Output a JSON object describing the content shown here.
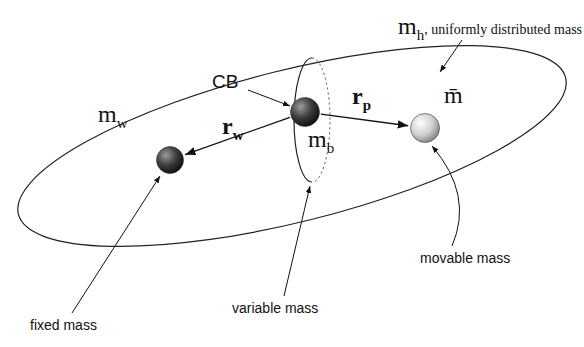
{
  "diagram": {
    "nodes": [
      {
        "text": [
          "m",
          "h",
          ", uniformly distributed mass"
        ]
      },
      {
        "text": [
          "m",
          "w"
        ],
        "in": 0
      },
      {
        "text": [
          "CB",
          "m",
          "b"
        ],
        "in": 0
      },
      {
        "text": [
          "m̄"
        ],
        "in": 0
      }
    ],
    "edges": [
      {
        "from": 2,
        "to": 1,
        "arrow": "to"
      },
      {
        "from": 2,
        "to": 3,
        "arrow": "to"
      }
    ],
    "labels": [
      "r",
      "w",
      "r",
      "p",
      "fixed mass",
      "variable mass",
      "movable mass"
    ]
  }
}
